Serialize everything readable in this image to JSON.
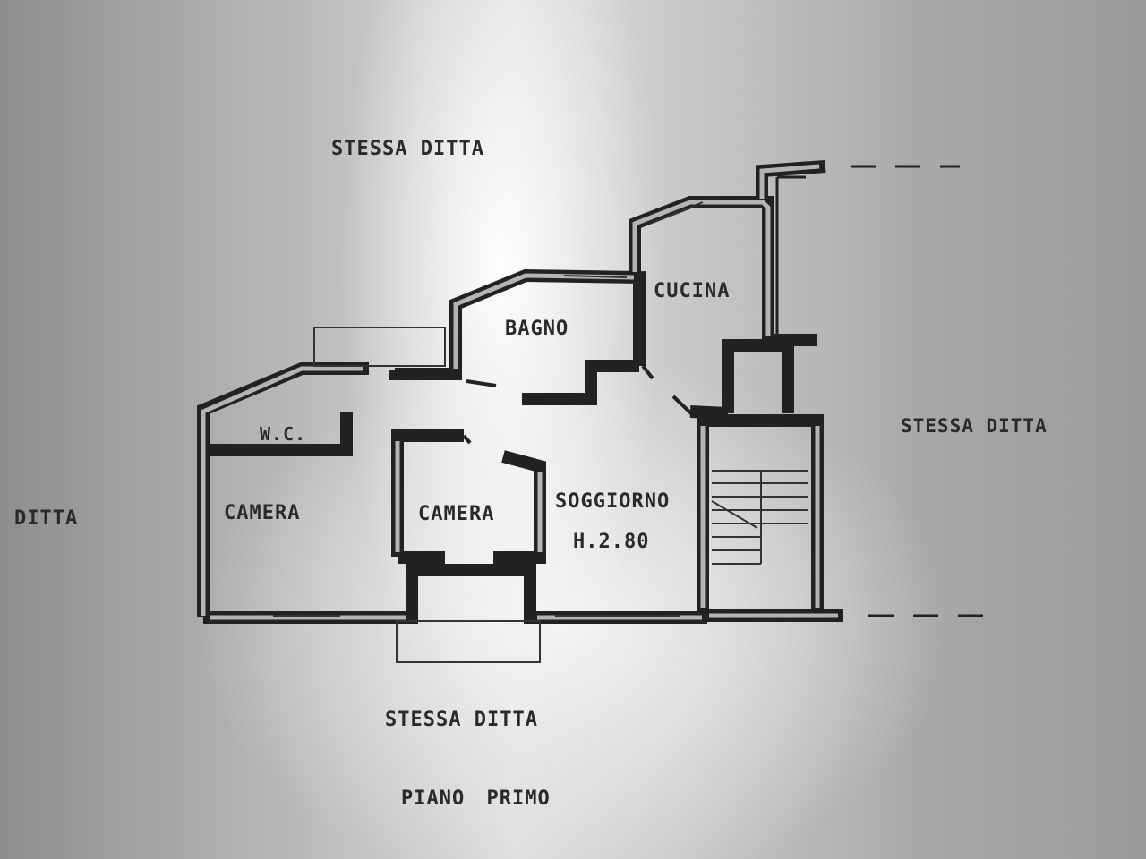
{
  "neighbors": {
    "top": "STESSA DITTA",
    "right": "STESSA DITTA",
    "left": "DITTA",
    "bottom": "STESSA DITTA"
  },
  "rooms": {
    "kitchen": "CUCINA",
    "bathroom": "BAGNO",
    "wc": "W.C.",
    "bedroom_1": "CAMERA",
    "bedroom_2": "CAMERA",
    "living": "SOGGIORNO",
    "height": "H.2.80"
  },
  "floor_title": "PIANO PRIMO"
}
